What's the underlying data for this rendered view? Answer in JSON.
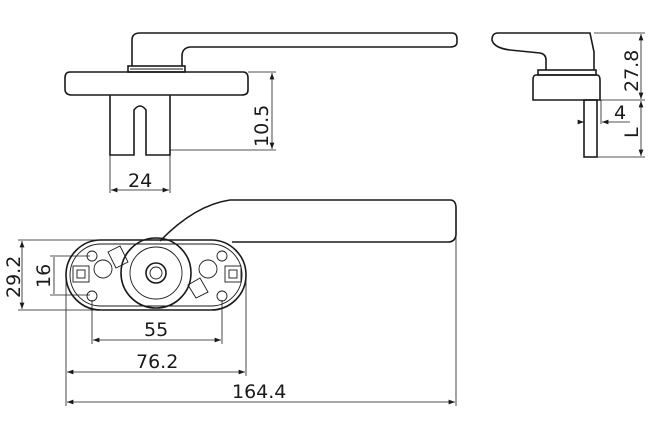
{
  "drawing": {
    "dimensions": {
      "spindle_width": "24",
      "spindle_length": "10.5",
      "handle_height": "27.8",
      "spindle_offset": "4",
      "spindle_length_variable": "L",
      "base_height": "29.2",
      "hole_spacing_vertical": "16",
      "hole_spacing_horizontal": "55",
      "base_length": "76.2",
      "overall_length": "164.4"
    }
  }
}
